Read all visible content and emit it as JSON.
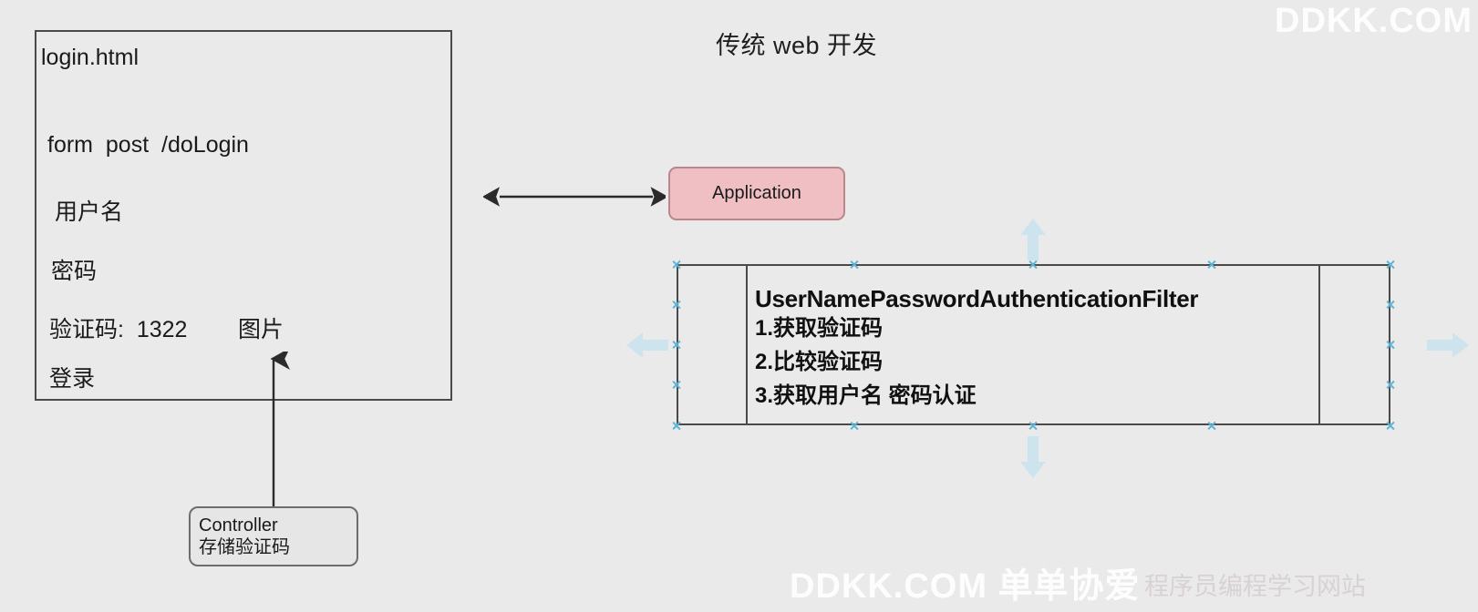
{
  "diagram": {
    "title": "传统 web 开发",
    "background_color": "#eaeaea",
    "accent_color": "#5fb3d4",
    "application_fill": "#efbfc4"
  },
  "login_page": {
    "filename": "login.html",
    "form_line": "form  post  /doLogin",
    "fields": [
      "用户名",
      "密码",
      "验证码:  1322        图片",
      "登录"
    ],
    "captcha_value": "1322"
  },
  "application": {
    "label": "Application"
  },
  "filter": {
    "title": "UserNamePasswordAuthenticationFilter",
    "steps": [
      "1.获取验证码",
      "2.比较验证码",
      "3.获取用户名 密码认证"
    ]
  },
  "controller": {
    "title": "Controller",
    "subtitle": "存储验证码"
  },
  "watermarks": {
    "top_right": "DDKK.COM",
    "bottom": "DDKK.COM 单单协爱",
    "bottom_faint": "程序员编程学习网站"
  }
}
